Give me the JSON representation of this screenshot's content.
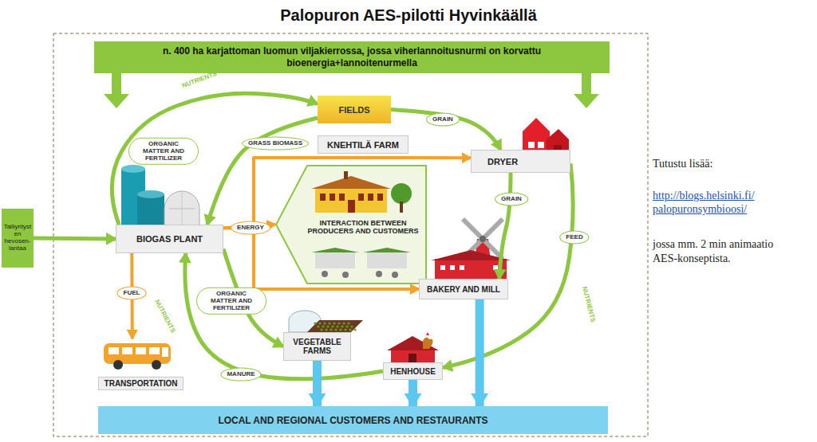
{
  "diagram": {
    "title": "Palopuron AES-pilotti Hyvinkäällä",
    "nodes": [
      {
        "text": [
          "n. 400 ha karjattoman luomun viljakierrossa, jossa viherlannoitusnurmi on korvattu bioenergia+lannoitenurmella"
        ]
      },
      {
        "text": [
          "FIELDS"
        ]
      },
      {
        "text": [
          "KNEHTILÄ FARM"
        ]
      },
      {
        "text": [
          "DRYER"
        ]
      },
      {
        "text": [
          "BIOGAS PLANT"
        ]
      },
      {
        "text": [
          "INTERACTION BETWEEN PRODUCERS AND CUSTOMERS"
        ]
      },
      {
        "text": [
          "BAKERY AND MILL"
        ]
      },
      {
        "text": [
          "VEGETABLE FARMS"
        ]
      },
      {
        "text": [
          "HENHOUSE"
        ]
      },
      {
        "text": [
          "TRANSPORTATION"
        ]
      },
      {
        "text": [
          "LOCAL AND REGIONAL CUSTOMERS AND RESTAURANTS"
        ]
      },
      {
        "text": [
          "Talliyritysten hevosen-lantaa"
        ]
      }
    ],
    "edges": [
      {
        "from": 1,
        "to": 3,
        "label": "GRAIN",
        "arrow": "to"
      },
      {
        "from": 3,
        "to": 6,
        "label": "GRAIN",
        "arrow": "to"
      },
      {
        "from": 1,
        "to": 4,
        "label": "GRASS BIOMASS",
        "arrow": "to"
      },
      {
        "from": 4,
        "to": 1,
        "label": "ORGANIC MATTER AND FERTILIZER",
        "arrow": "to"
      },
      {
        "from": 4,
        "to": 5,
        "label": "ENERGY",
        "arrow": "to"
      },
      {
        "from": 4,
        "to": 3,
        "arrow": "to"
      },
      {
        "from": 4,
        "to": 6,
        "arrow": "to"
      },
      {
        "from": 4,
        "to": 7,
        "label": "ORGANIC MATTER AND FERTILIZER",
        "arrow": "to"
      },
      {
        "from": 8,
        "to": 4,
        "label": "MANURE",
        "arrow": "to"
      },
      {
        "from": 3,
        "to": 8,
        "label": "FEED",
        "arrow": "to"
      },
      {
        "from": 4,
        "to": 9,
        "label": "FUEL",
        "arrow": "to"
      },
      {
        "from": 7,
        "to": 10,
        "arrow": "to"
      },
      {
        "from": 8,
        "to": 10,
        "arrow": "to"
      },
      {
        "from": 6,
        "to": 10,
        "arrow": "to"
      },
      {
        "from": 11,
        "to": 4,
        "arrow": "to"
      }
    ],
    "labels": [
      "NUTRIENTS",
      "NUTRIENTS",
      "NUTRIENTS",
      "Tutustu lisää:",
      "http://blogs.helsinki.fi/ palopuronsymbioosi/",
      "jossa mm. 2 min animaatio AES-konseptista."
    ]
  }
}
